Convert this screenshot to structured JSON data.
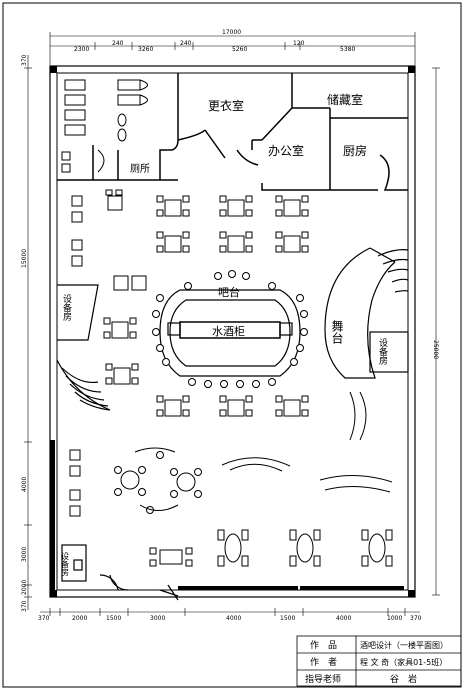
{
  "dimensions": {
    "top_total": "17000",
    "top_parts": [
      "2300",
      "240",
      "3260",
      "240",
      "5260",
      "120",
      "5380"
    ],
    "bottom_parts": [
      "370",
      "2000",
      "1500",
      "3000",
      "4000",
      "1500",
      "4000",
      "1000",
      "370"
    ],
    "left_parts": [
      "370",
      "15000",
      "4000",
      "3000",
      "2000",
      "370"
    ],
    "right_total": "25000"
  },
  "rooms": {
    "changing_room": "更衣室",
    "storage_room": "储藏室",
    "office": "办公室",
    "kitchen": "厨房",
    "toilet": "厕所",
    "bar": "吧台",
    "bar_cabinet": "水酒柜",
    "stage": "舞台",
    "equipment_room_left": "设备房",
    "equipment_room_right": "设备房",
    "equipment_room_bottom": "设备房"
  },
  "title_block": {
    "work_label": "作　品",
    "work_value": "酒吧设计（一楼平面图）",
    "author_label": "作　者",
    "author_value": "程 文 奇（家具01-5班）",
    "advisor_label": "指导老师",
    "advisor_value": "谷　岩"
  }
}
